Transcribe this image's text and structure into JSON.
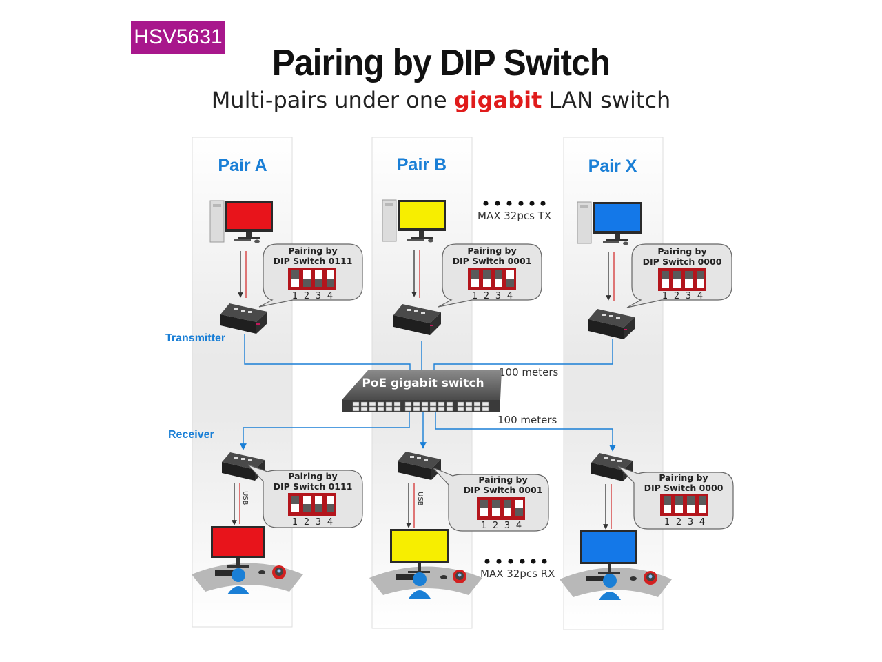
{
  "header": {
    "badge": "HSV5631",
    "title": "Pairing by DIP Switch",
    "subtitle_before": "Multi-pairs under one ",
    "subtitle_highlight": "gigabit",
    "subtitle_after": " LAN switch"
  },
  "labels": {
    "transmitter": "Transmitter",
    "receiver": "Receiver",
    "switch": "PoE gigabit switch",
    "distance_top": "100 meters",
    "distance_bottom": "100 meters",
    "max_tx": "MAX 32pcs TX",
    "max_rx": "MAX 32pcs RX",
    "usb": "USB",
    "bubble_line1": "Pairing by",
    "dip_numbers": [
      "1",
      "2",
      "3",
      "4"
    ]
  },
  "colors": {
    "badge": "#a8178c",
    "accent_blue": "#1a7fd6",
    "highlight_red": "#e01b1b",
    "dip_red": "#b3151c"
  },
  "pairs": [
    {
      "name": "Pair A",
      "screen_color": "#e8141b",
      "dip_label": "DIP Switch 0111",
      "dip_bits": [
        0,
        1,
        1,
        1
      ]
    },
    {
      "name": "Pair B",
      "screen_color": "#f7ee00",
      "dip_label": "DIP Switch 0001",
      "dip_bits": [
        0,
        0,
        0,
        1
      ]
    },
    {
      "name": "Pair X",
      "screen_color": "#1478e8",
      "dip_label": "DIP Switch 0000",
      "dip_bits": [
        0,
        0,
        0,
        0
      ]
    }
  ]
}
